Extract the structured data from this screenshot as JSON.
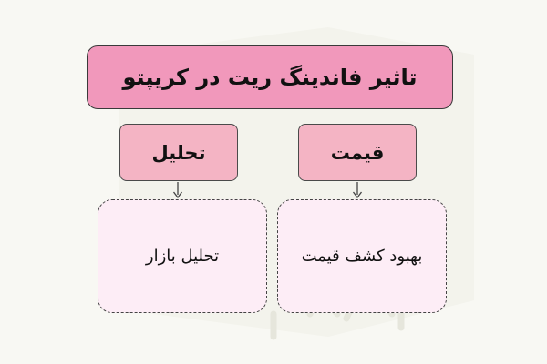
{
  "title": "تاثیر فاندینگ ریت در کریپتو",
  "branches": [
    {
      "category": "تحلیل",
      "detail": "تحلیل بازار"
    },
    {
      "category": "قیمت",
      "detail": "بهبود کشف قیمت"
    }
  ],
  "colors": {
    "background": "#f8f8f3",
    "title_fill": "#f198bb",
    "category_fill": "#f4b4c4",
    "detail_fill": "#fdedf6"
  }
}
